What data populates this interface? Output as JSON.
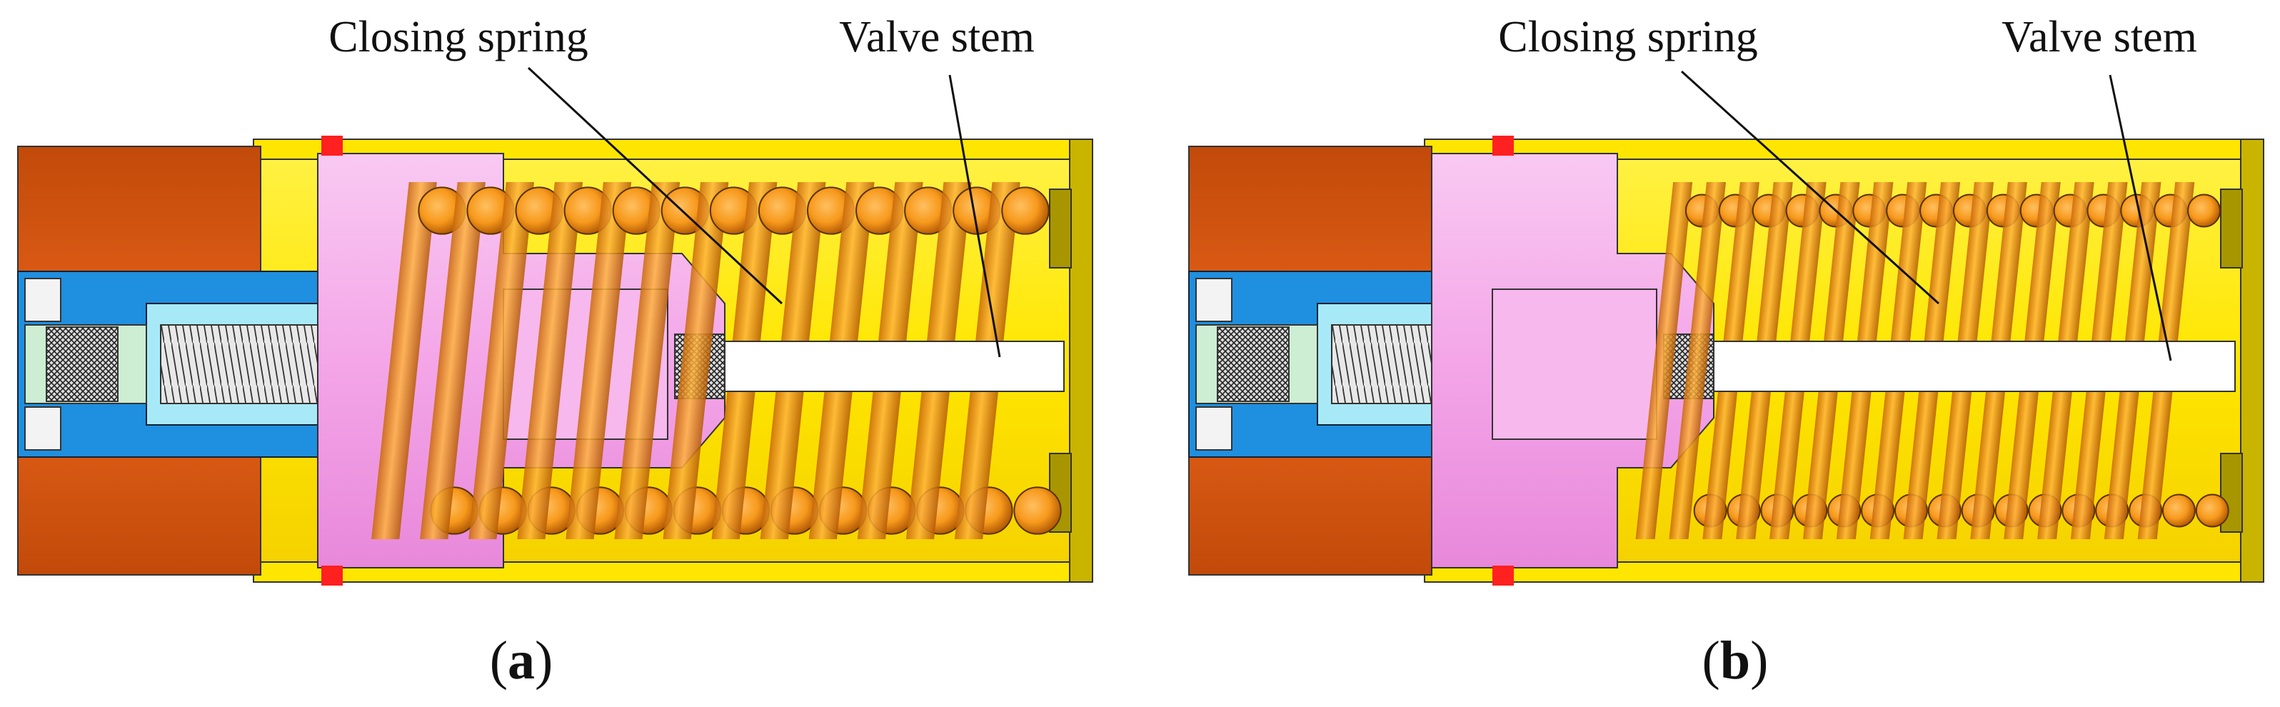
{
  "panels": [
    {
      "id": "a",
      "caption_letter": "a",
      "labels": {
        "spring": "Closing spring",
        "stem": "Valve stem"
      },
      "coils": 13
    },
    {
      "id": "b",
      "caption_letter": "b",
      "labels": {
        "spring": "Closing spring",
        "stem": "Valve stem"
      },
      "coils": 16
    }
  ],
  "colors": {
    "housing_yellow": "#ffef1a",
    "housing_shade": "#e9c20a",
    "coil_orange": "#f7991c",
    "coil_dark": "#c96a08",
    "piston_pink": "#f7b8ee",
    "piston_shade": "#e27ed4",
    "core_blue": "#1f8fe0",
    "core_lightblue": "#a8e9f7",
    "mesh_dark": "#2a2a2a",
    "cap_orange": "#d4570f",
    "seal_red": "#ff2020"
  }
}
